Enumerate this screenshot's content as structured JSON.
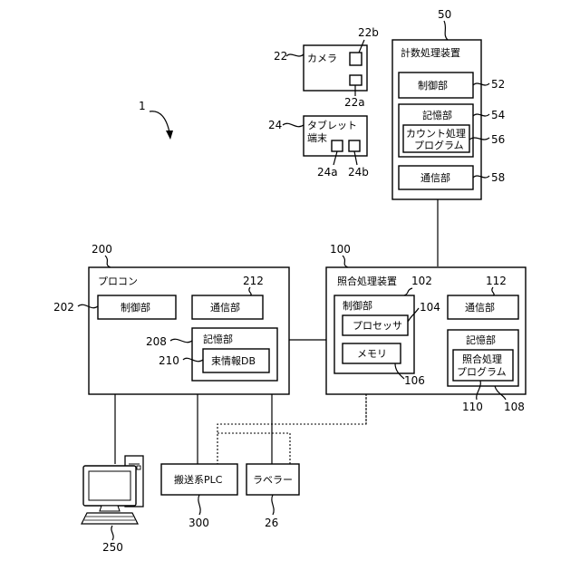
{
  "diagram": {
    "system_ref": "1",
    "camera": {
      "ref": "22",
      "label": "カメラ",
      "part_top_ref": "22b",
      "part_bottom_ref": "22a"
    },
    "tablet": {
      "ref": "24",
      "label_line1": "タブレット",
      "label_line2": "端末",
      "part_a_ref": "24a",
      "part_b_ref": "24b"
    },
    "counting_device": {
      "ref": "50",
      "title": "計数処理装置",
      "control": {
        "ref": "52",
        "label": "制御部"
      },
      "storage": {
        "ref": "54",
        "label": "記憶部"
      },
      "program": {
        "ref": "56",
        "label_line1": "カウント処理",
        "label_line2": "プログラム"
      },
      "comm": {
        "ref": "58",
        "label": "通信部"
      }
    },
    "procon": {
      "ref": "200",
      "title": "プロコン",
      "control": {
        "ref": "202",
        "label": "制御部"
      },
      "comm": {
        "ref": "212",
        "label": "通信部"
      },
      "storage": {
        "ref": "208",
        "label": "記憶部"
      },
      "db": {
        "ref": "210",
        "label": "束情報DB"
      }
    },
    "matching_device": {
      "ref": "100",
      "title": "照合処理装置",
      "control": {
        "ref": "102",
        "label": "制御部"
      },
      "processor": {
        "ref": "104",
        "label": "プロセッサ"
      },
      "memory": {
        "ref": "106",
        "label": "メモリ"
      },
      "comm": {
        "ref": "112",
        "label": "通信部"
      },
      "storage": {
        "ref": "108",
        "label": "記憶部"
      },
      "program": {
        "ref": "110",
        "label_line1": "照合処理",
        "label_line2": "プログラム"
      }
    },
    "conveyor_plc": {
      "ref": "300",
      "label": "搬送系PLC"
    },
    "labeler": {
      "ref": "26",
      "label": "ラベラー"
    },
    "computer": {
      "ref": "250"
    }
  }
}
